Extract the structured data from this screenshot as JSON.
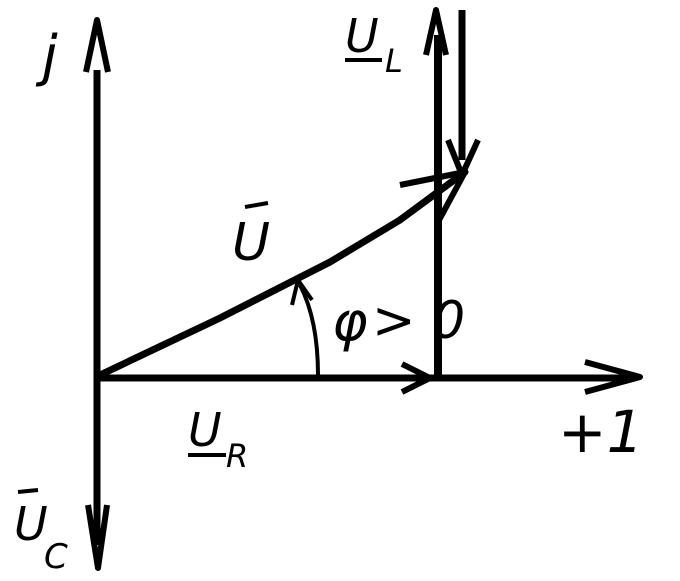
{
  "axes": {
    "real_label": "+1",
    "imag_label": "j"
  },
  "phasors": {
    "u": {
      "letter": "U"
    },
    "ur": {
      "letter": "U",
      "subscript": "R"
    },
    "ul": {
      "letter": "U",
      "subscript": "L"
    },
    "uc": {
      "letter": "U",
      "subscript": "C"
    }
  },
  "angle": {
    "symbol": "φ",
    "condition": "> 0"
  },
  "colors": {
    "ink": "#000000",
    "background": "#ffffff"
  }
}
